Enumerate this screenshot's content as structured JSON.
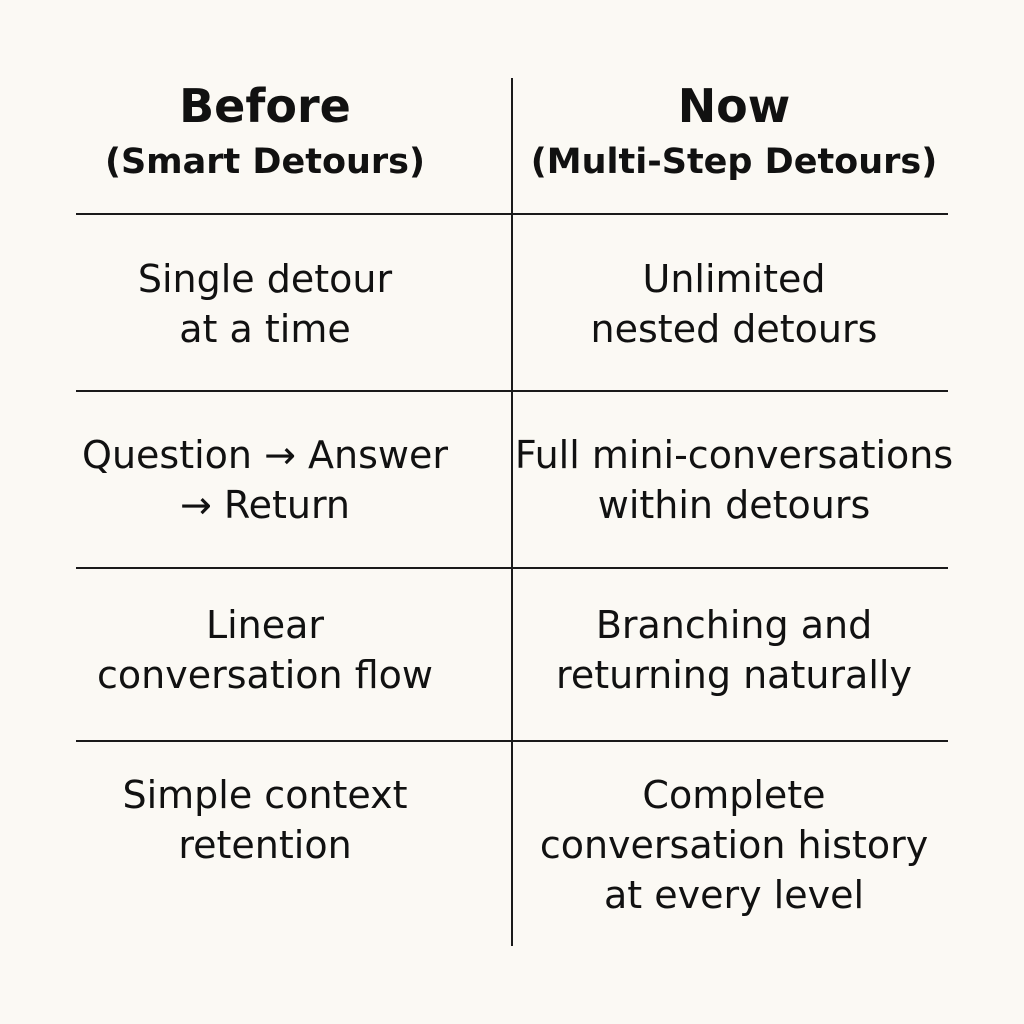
{
  "columns": [
    {
      "title": "Before",
      "subtitle": "(Smart Detours)"
    },
    {
      "title": "Now",
      "subtitle": "(Multi-Step Detours)"
    }
  ],
  "rows": [
    {
      "before": [
        "Single detour",
        "at a time"
      ],
      "now": [
        "Unlimited",
        "nested detours"
      ]
    },
    {
      "before": [
        "Question → Answer",
        "→ Return"
      ],
      "now": [
        "Full mini-conversations",
        "within detours"
      ]
    },
    {
      "before": [
        "Linear",
        "conversation flow"
      ],
      "now": [
        "Branching and",
        "returning naturally"
      ]
    },
    {
      "before": [
        "Simple context",
        "retention"
      ],
      "now": [
        "Complete",
        "conversation history",
        "at every level"
      ]
    }
  ]
}
